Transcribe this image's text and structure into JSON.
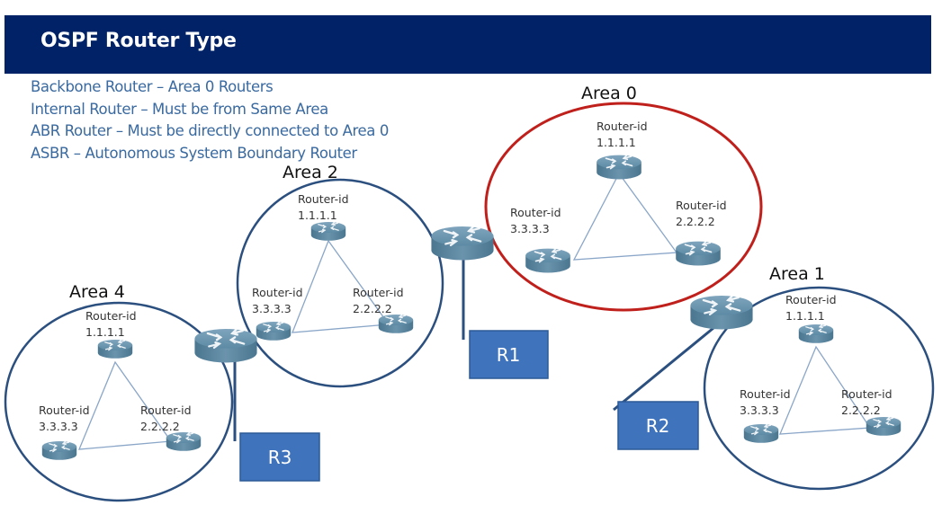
{
  "header": {
    "title": "OSPF Router Type",
    "background": "#012266"
  },
  "bullets": [
    "Backbone Router – Area 0 Routers",
    "Internal Router – Must be from Same Area",
    "ABR Router – Must be directly connected to Area 0",
    "ASBR – Autonomous System Boundary Router"
  ],
  "colors": {
    "area0_border": "#c0201c",
    "area_border": "#2b4f7e",
    "router_body": "#5b8aa6",
    "link": "#8aa6c8",
    "label_box": "#3f74bd",
    "bullet_text": "#3a6aa0"
  },
  "areas": [
    {
      "label": "Area 0",
      "routers": [
        {
          "label": "Router-id",
          "id": "1.1.1.1"
        },
        {
          "label": "Router-id",
          "id": "2.2.2.2"
        },
        {
          "label": "Router-id",
          "id": "3.3.3.3"
        }
      ]
    },
    {
      "label": "Area 1",
      "routers": [
        {
          "label": "Router-id",
          "id": "1.1.1.1"
        },
        {
          "label": "Router-id",
          "id": "2.2.2.2"
        },
        {
          "label": "Router-id",
          "id": "3.3.3.3"
        }
      ]
    },
    {
      "label": "Area 2",
      "routers": [
        {
          "label": "Router-id",
          "id": "1.1.1.1"
        },
        {
          "label": "Router-id",
          "id": "2.2.2.2"
        },
        {
          "label": "Router-id",
          "id": "3.3.3.3"
        }
      ]
    },
    {
      "label": "Area 4",
      "routers": [
        {
          "label": "Router-id",
          "id": "1.1.1.1"
        },
        {
          "label": "Router-id",
          "id": "2.2.2.2"
        },
        {
          "label": "Router-id",
          "id": "3.3.3.3"
        }
      ]
    }
  ],
  "border_routers": [
    {
      "label": "R1",
      "icon": "router-icon"
    },
    {
      "label": "R2",
      "icon": "router-icon"
    },
    {
      "label": "R3",
      "icon": "router-icon"
    }
  ]
}
